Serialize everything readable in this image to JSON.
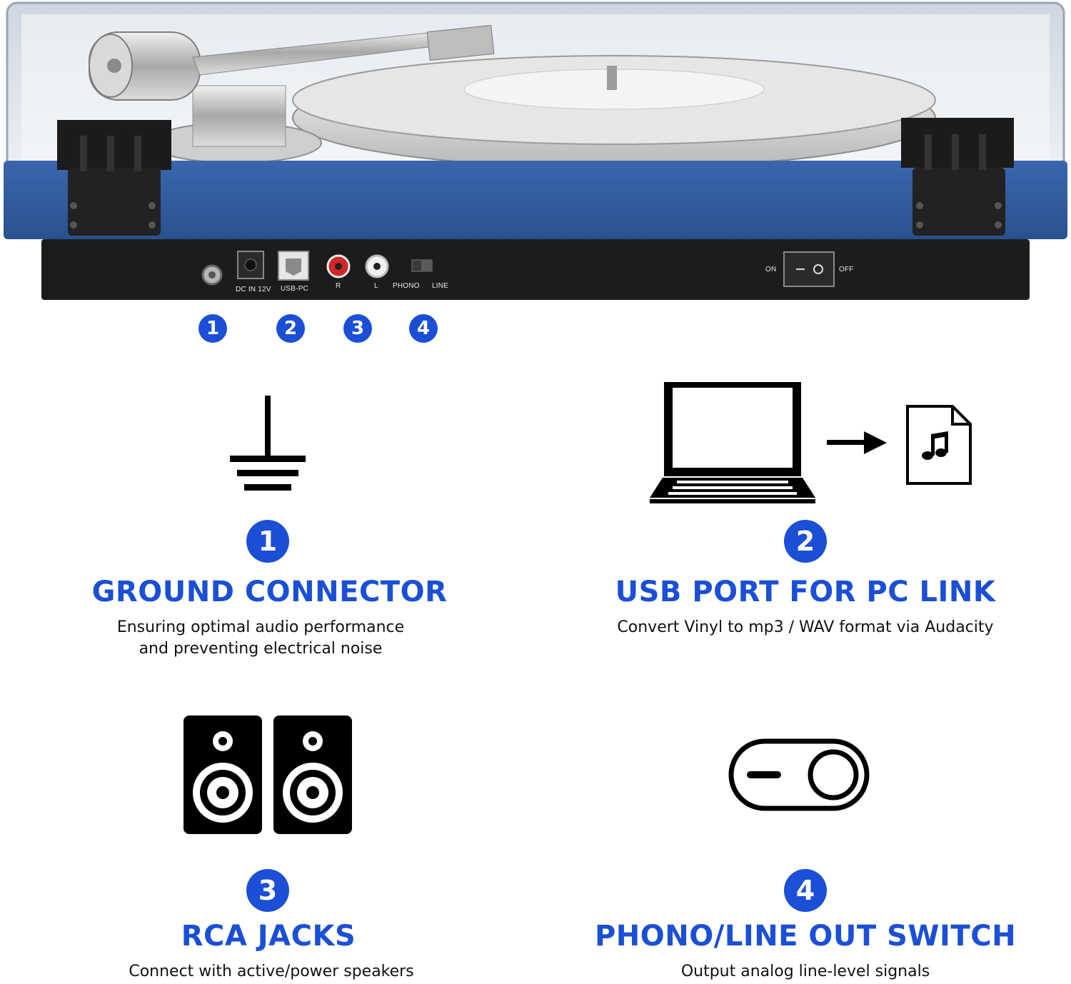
{
  "turntable": {
    "panel_labels": {
      "dc_in": "DC IN 12V",
      "usb_pc": "USB-PC",
      "rca_r": "R",
      "rca_l": "L",
      "phono": "PHONO",
      "line": "LINE",
      "power_on": "ON",
      "power_off": "OFF"
    },
    "colors": {
      "plinth": "#2f5aa0",
      "back_panel": "#1c1c1c",
      "accent": "#1a4fd6"
    }
  },
  "badges": [
    "1",
    "2",
    "3",
    "4"
  ],
  "features": [
    {
      "number": "1",
      "icon": "ground-icon",
      "title": "GROUND CONNECTOR",
      "desc_lines": [
        "Ensuring optimal audio performance",
        "and preventing electrical noise"
      ]
    },
    {
      "number": "2",
      "icon": "laptop-to-music-file-icon",
      "title": "USB PORT FOR PC LINK",
      "desc_lines": [
        "Convert Vinyl to mp3 / WAV format via Audacity"
      ]
    },
    {
      "number": "3",
      "icon": "speakers-icon",
      "title": "RCA JACKS",
      "desc_lines": [
        "Connect with active/power speakers"
      ]
    },
    {
      "number": "4",
      "icon": "toggle-switch-icon",
      "title": "PHONO/LINE OUT SWITCH",
      "desc_lines": [
        "Output analog line-level signals"
      ]
    }
  ]
}
